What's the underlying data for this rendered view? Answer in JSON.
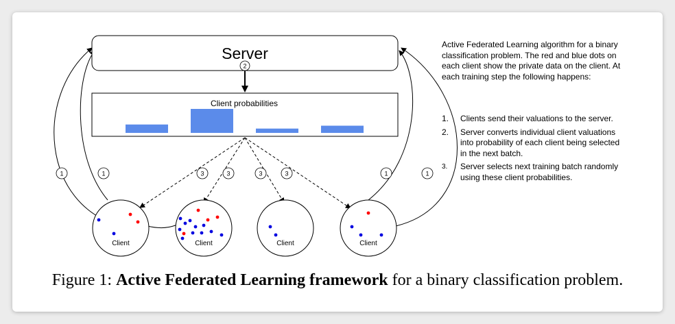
{
  "diagram": {
    "server_label": "Server",
    "client_probabilities_label": "Client probabilities",
    "step_badge_server": "2",
    "step_badges_left": [
      "1",
      "1"
    ],
    "step_badges_right": [
      "1",
      "1"
    ],
    "step_badges_three": [
      "3",
      "3",
      "3",
      "3"
    ],
    "clients": [
      {
        "label": "Client",
        "red_dots": 2,
        "blue_dots": 2
      },
      {
        "label": "Client",
        "red_dots": 4,
        "blue_dots": 11
      },
      {
        "label": "Client",
        "red_dots": 0,
        "blue_dots": 2
      },
      {
        "label": "Client",
        "red_dots": 1,
        "blue_dots": 3
      }
    ],
    "probability_bars": [
      0.35,
      1.0,
      0.18,
      0.3
    ],
    "colors": {
      "bar": "#5b8bea",
      "red_dot": "#ff0000",
      "blue_dot": "#0000e0"
    }
  },
  "description": {
    "intro": "Active Federated Learning algorithm for a binary classification problem. The red and blue dots on each client show the private data on the client. At each training step the following happens:",
    "steps": [
      {
        "index": "1.",
        "text": "Clients send their valuations to the server."
      },
      {
        "index": "2.",
        "text": "Server converts individual client valuations into probability of each client being selected in the next batch."
      },
      {
        "index": "3.",
        "text": "Server selects next training batch randomly using these client probabilities."
      }
    ]
  },
  "caption": {
    "prefix": "Figure 1: ",
    "bold": "Active Federated Learning framework",
    "suffix": " for a binary classification problem."
  }
}
